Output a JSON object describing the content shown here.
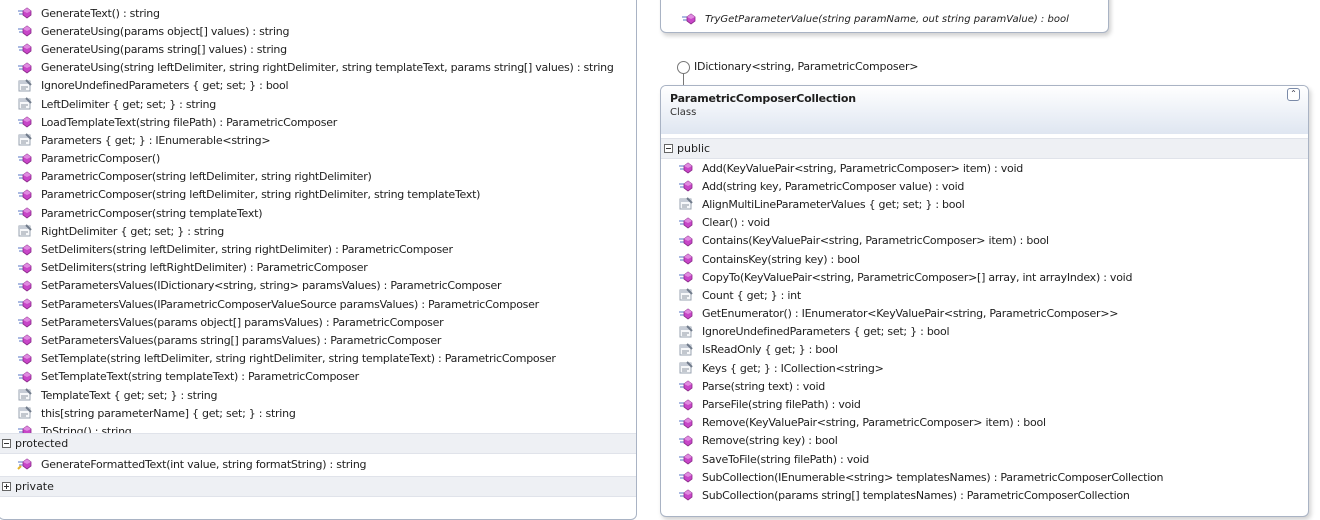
{
  "left_class": {
    "members": [
      {
        "kind": "method",
        "text": "GenerateText() : string"
      },
      {
        "kind": "method",
        "text": "GenerateUsing(params object[] values) : string"
      },
      {
        "kind": "method",
        "text": "GenerateUsing(params string[] values) : string"
      },
      {
        "kind": "method",
        "text": "GenerateUsing(string leftDelimiter, string rightDelimiter, string templateText, params string[] values) : string"
      },
      {
        "kind": "property",
        "text": "IgnoreUndefinedParameters { get; set; } : bool"
      },
      {
        "kind": "property",
        "text": "LeftDelimiter { get; set; } : string"
      },
      {
        "kind": "method",
        "text": "LoadTemplateText(string filePath) : ParametricComposer"
      },
      {
        "kind": "property",
        "text": "Parameters { get; } : IEnumerable<string>"
      },
      {
        "kind": "method",
        "text": "ParametricComposer()"
      },
      {
        "kind": "method",
        "text": "ParametricComposer(string leftDelimiter, string rightDelimiter)"
      },
      {
        "kind": "method",
        "text": "ParametricComposer(string leftDelimiter, string rightDelimiter, string templateText)"
      },
      {
        "kind": "method",
        "text": "ParametricComposer(string templateText)"
      },
      {
        "kind": "property",
        "text": "RightDelimiter { get; set; } : string"
      },
      {
        "kind": "method",
        "text": "SetDelimiters(string leftDelimiter, string rightDelimiter) : ParametricComposer"
      },
      {
        "kind": "method",
        "text": "SetDelimiters(string leftRightDelimiter) : ParametricComposer"
      },
      {
        "kind": "method",
        "text": "SetParametersValues(IDictionary<string, string> paramsValues) : ParametricComposer"
      },
      {
        "kind": "method",
        "text": "SetParametersValues(IParametricComposerValueSource paramsValues) : ParametricComposer"
      },
      {
        "kind": "method",
        "text": "SetParametersValues(params object[] paramsValues) : ParametricComposer"
      },
      {
        "kind": "method",
        "text": "SetParametersValues(params string[] paramsValues) : ParametricComposer"
      },
      {
        "kind": "method",
        "text": "SetTemplate(string leftDelimiter, string rightDelimiter, string templateText) : ParametricComposer"
      },
      {
        "kind": "method",
        "text": "SetTemplateText(string templateText) : ParametricComposer"
      },
      {
        "kind": "property",
        "text": "TemplateText { get; set; } : string"
      },
      {
        "kind": "property",
        "text": "this[string parameterName] { get; set; } : string"
      },
      {
        "kind": "method",
        "text": "ToString() : string"
      }
    ],
    "protected_label": "protected",
    "protected_members": [
      {
        "kind": "protected-method",
        "text": "GenerateFormattedText(int value, string formatString) : string"
      }
    ],
    "private_label": "private"
  },
  "top_right_box": {
    "member": {
      "kind": "method",
      "text": "TryGetParameterValue(string paramName, out string paramValue) : bool"
    }
  },
  "interface_label": "IDictionary<string, ParametricComposer>",
  "right_class": {
    "name": "ParametricComposerCollection",
    "kind": "Class",
    "collapse_glyph": "⌃",
    "public_label": "public",
    "members": [
      {
        "kind": "method",
        "text": "Add(KeyValuePair<string, ParametricComposer> item) : void"
      },
      {
        "kind": "method",
        "text": "Add(string key, ParametricComposer value) : void"
      },
      {
        "kind": "property",
        "text": "AlignMultiLineParameterValues { get; set; } : bool"
      },
      {
        "kind": "method",
        "text": "Clear() : void"
      },
      {
        "kind": "method",
        "text": "Contains(KeyValuePair<string, ParametricComposer> item) : bool"
      },
      {
        "kind": "method",
        "text": "ContainsKey(string key) : bool"
      },
      {
        "kind": "method",
        "text": "CopyTo(KeyValuePair<string, ParametricComposer>[] array, int arrayIndex) : void"
      },
      {
        "kind": "property",
        "text": "Count { get; } : int"
      },
      {
        "kind": "method",
        "text": "GetEnumerator() : IEnumerator<KeyValuePair<string, ParametricComposer>>"
      },
      {
        "kind": "property",
        "text": "IgnoreUndefinedParameters { get; set; } : bool"
      },
      {
        "kind": "property",
        "text": "IsReadOnly { get; } : bool"
      },
      {
        "kind": "property",
        "text": "Keys { get; } : ICollection<string>"
      },
      {
        "kind": "method",
        "text": "Parse(string text) : void"
      },
      {
        "kind": "method",
        "text": "ParseFile(string filePath) : void"
      },
      {
        "kind": "method",
        "text": "Remove(KeyValuePair<string, ParametricComposer> item) : bool"
      },
      {
        "kind": "method",
        "text": "Remove(string key) : bool"
      },
      {
        "kind": "method",
        "text": "SaveToFile(string filePath) : void"
      },
      {
        "kind": "method",
        "text": "SubCollection(IEnumerable<string> templatesNames) : ParametricComposerCollection"
      },
      {
        "kind": "method",
        "text": "SubCollection(params string[] templatesNames) : ParametricComposerCollection"
      }
    ]
  },
  "icons": {
    "method": "method-icon",
    "property": "property-icon",
    "protected-method": "protected-method-icon"
  },
  "colors": {
    "method_body": "#c846c8",
    "method_trail": "#8fa4d8",
    "property_body": "#9aa3b0",
    "protected_key": "#e3b32a",
    "section_background": "#eef0f4",
    "class_header_gradient_end": "#dfe6f1",
    "border": "#a9b3c4"
  }
}
